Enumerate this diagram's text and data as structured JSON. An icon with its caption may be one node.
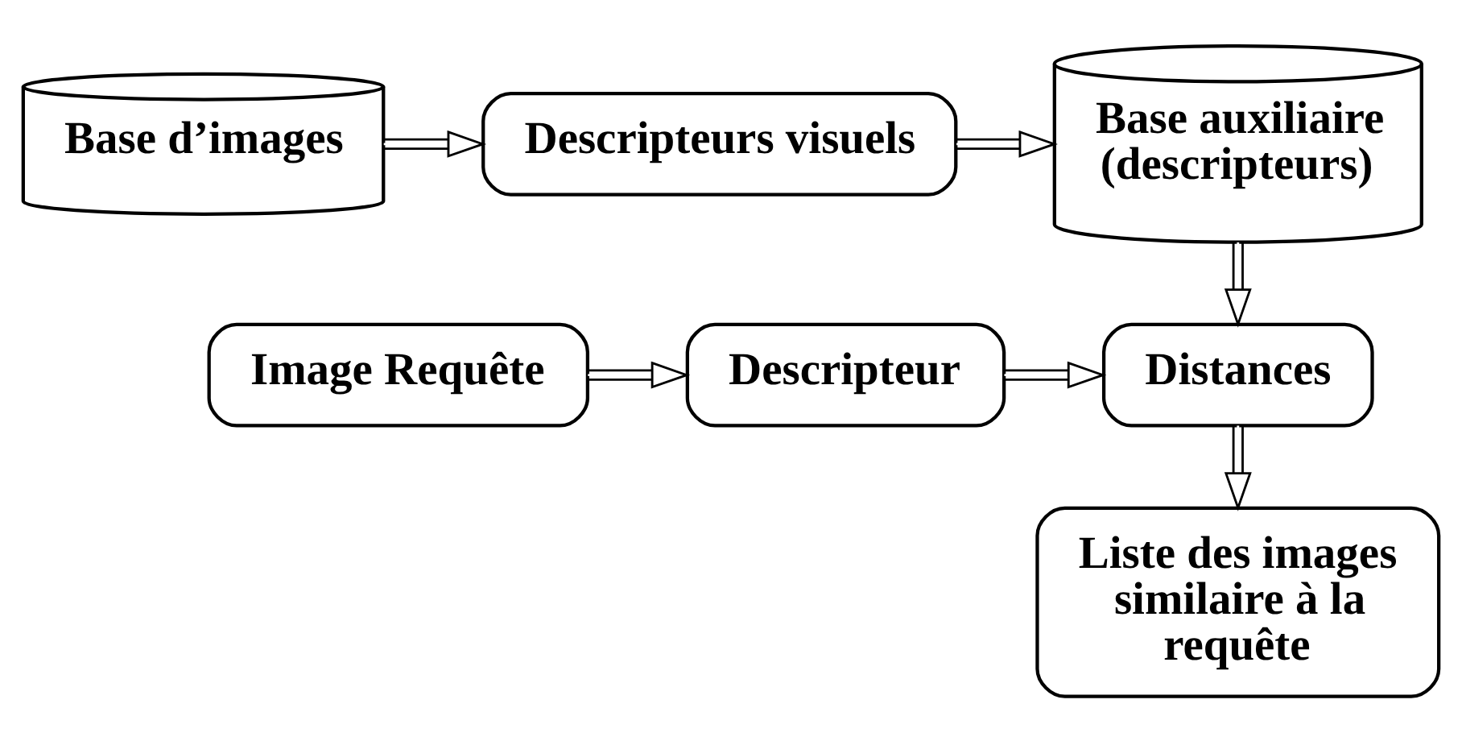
{
  "diagram": {
    "nodes": [
      {
        "text": [
          "Base d’images"
        ]
      },
      {
        "text": [
          "Descripteurs visuels"
        ]
      },
      {
        "text": [
          "Base auxiliaire (descripteurs)"
        ]
      },
      {
        "text": [
          "Image Requête"
        ]
      },
      {
        "text": [
          "Descripteur"
        ]
      },
      {
        "text": [
          "Distances"
        ]
      },
      {
        "text": [
          "Liste des images similaire à la requête"
        ]
      }
    ],
    "edges": [
      {
        "from": 0,
        "to": 1,
        "arrow": "to"
      },
      {
        "from": 1,
        "to": 2,
        "arrow": "to"
      },
      {
        "from": 2,
        "to": 5,
        "arrow": "to"
      },
      {
        "from": 3,
        "to": 4,
        "arrow": "to"
      },
      {
        "from": 4,
        "to": 5,
        "arrow": "to"
      },
      {
        "from": 5,
        "to": 6,
        "arrow": "to"
      }
    ]
  }
}
